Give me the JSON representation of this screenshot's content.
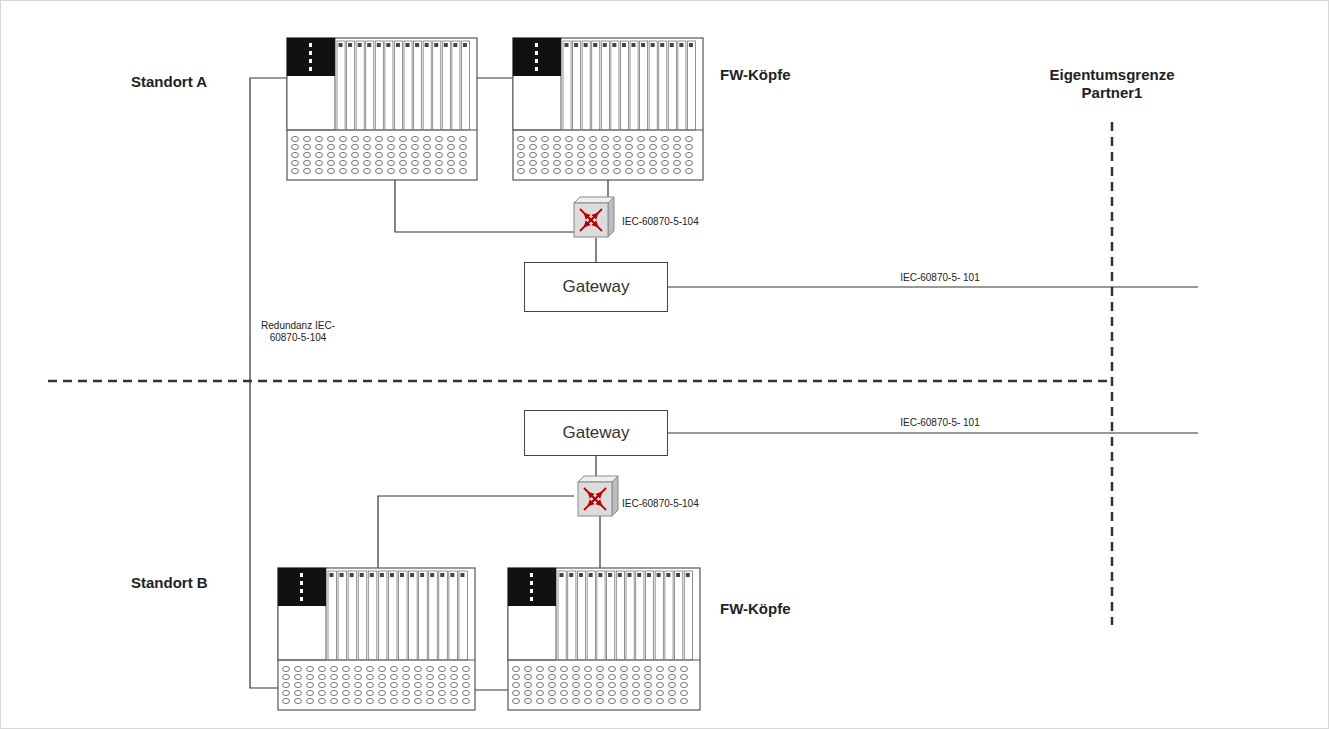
{
  "diagram": {
    "nodes": [
      {
        "text": [
          "Gateway"
        ]
      },
      {
        "text": [
          "Gateway"
        ]
      }
    ],
    "labels": [
      "Standort A",
      "FW-Köpfe",
      "Eigentumsgrenze Partner1",
      "IEC-60870-5-104",
      "Redundanz IEC-60870-5-104",
      "IEC-60870-5- 101",
      "IEC-60870-5- 101",
      "IEC-60870-5-104",
      "Standort B",
      "FW-Köpfe"
    ]
  }
}
